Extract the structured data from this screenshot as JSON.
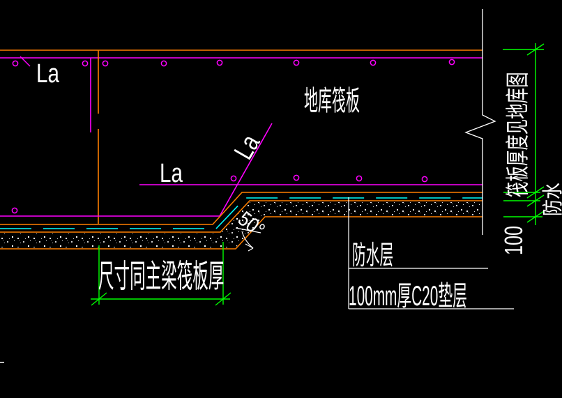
{
  "colors": {
    "rebar": "#ff00ff",
    "outline": "#ff7f00",
    "waterproof": "#00ffff",
    "dimension": "#00ff00",
    "annotation": "#ffffff",
    "background": "#000000"
  },
  "labels": {
    "la_top": "La",
    "la_mid": "La",
    "la_diag": "La",
    "slab_name": "地库筏板",
    "bend_angle": "50°",
    "bottom_dim": "尺寸同主梁筏板厚",
    "waterproof_layer": "防水层",
    "cushion_layer": "100mm厚C20垫层",
    "right_dim_thickness": "筏板厚度见地库图",
    "right_dim_cushion": "100",
    "right_dim_waterproof": "防水"
  }
}
